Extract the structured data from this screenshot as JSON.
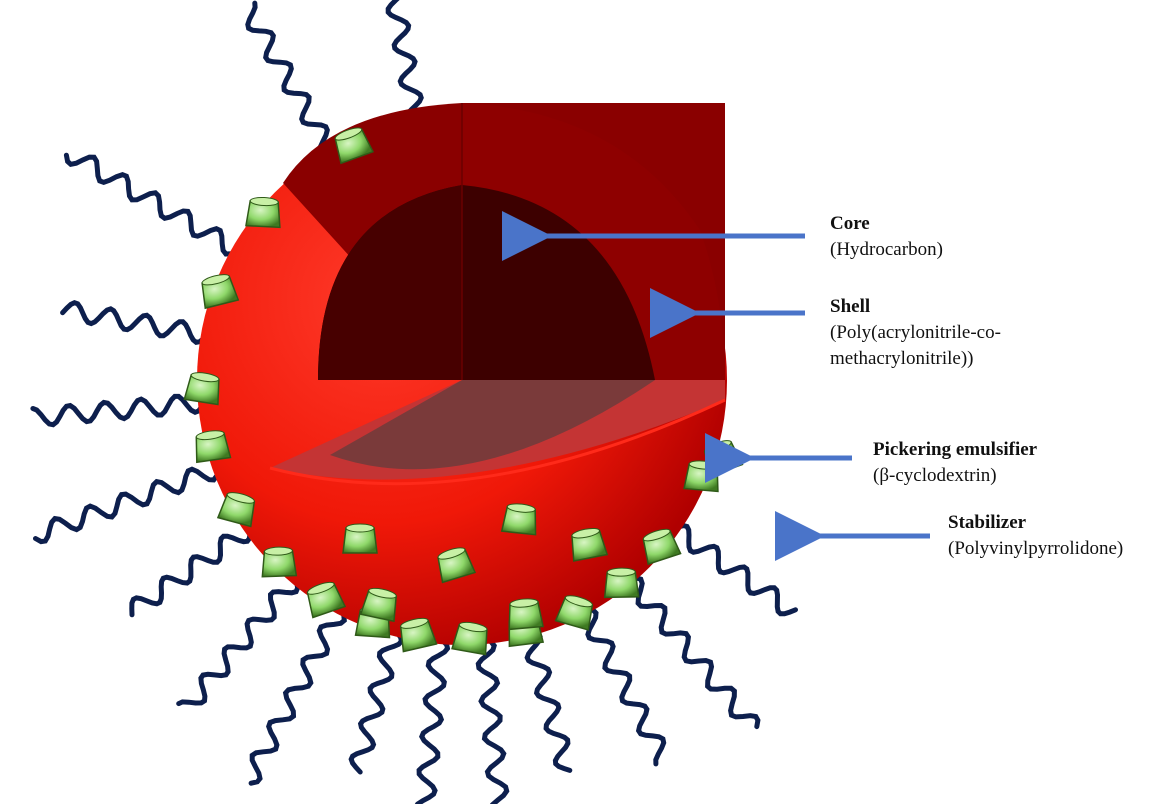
{
  "labels": {
    "core": {
      "title": "Core",
      "desc": "(Hydrocarbon)"
    },
    "shell": {
      "title": "Shell",
      "desc_line1": "(Poly(acrylonitrile-co-",
      "desc_line2": "methacrylonitrile))"
    },
    "pickering": {
      "title": "Pickering emulsifier",
      "desc": "(β-cyclodextrin)"
    },
    "stabilizer": {
      "title": "Stabilizer",
      "desc": "(Polyvinylpyrrolidone)"
    }
  },
  "colors": {
    "shell_outer": "#ff1a10",
    "shell_cut": "#8a0000",
    "core": "#3d0000",
    "core_floor": "#7a3a3a",
    "ring": "#c43434",
    "chain": "#0d1f4d",
    "emulsifier": "#8fd86a",
    "arrow": "#4a74c9"
  }
}
